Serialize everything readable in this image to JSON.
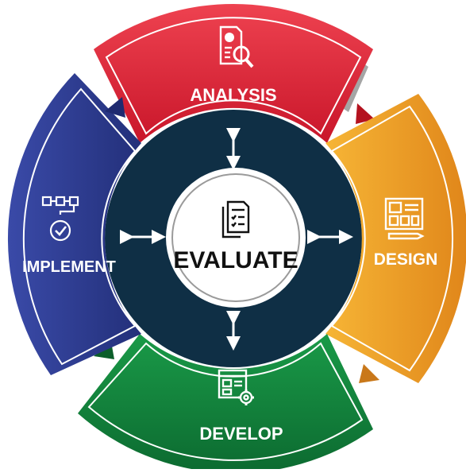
{
  "diagram": {
    "center": {
      "label": "EVALUATE",
      "icon": "document-checklist-icon"
    },
    "segments": [
      {
        "key": "analysis",
        "label": "ANALYSIS",
        "icon": "report-magnifier-icon",
        "color": "#e12a38"
      },
      {
        "key": "design",
        "label": "DESIGN",
        "icon": "layout-pencil-icon",
        "color": "#f0a224"
      },
      {
        "key": "develop",
        "label": "DEVELOP",
        "icon": "window-gear-icon",
        "color": "#13813d"
      },
      {
        "key": "implement",
        "label": "IMPLEMENT",
        "icon": "flowchart-check-icon",
        "color": "#2e3890"
      }
    ],
    "ring_color": "#0f2f45",
    "arrow_color": "#ffffff"
  }
}
